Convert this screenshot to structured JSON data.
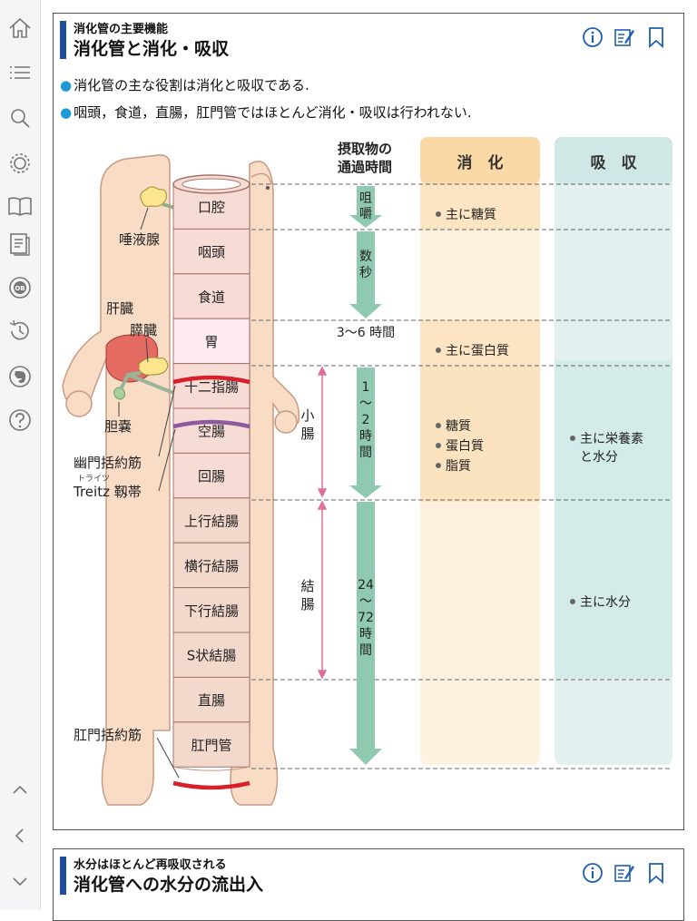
{
  "sidebar": {
    "items": [
      {
        "name": "home-icon"
      },
      {
        "name": "list-icon"
      },
      {
        "name": "search-icon"
      },
      {
        "name": "settings-icon"
      },
      {
        "name": "book-icon"
      },
      {
        "name": "notes-icon"
      },
      {
        "name": "ob-icon"
      },
      {
        "name": "history-icon"
      },
      {
        "name": "evernote-icon"
      },
      {
        "name": "help-icon"
      }
    ],
    "nav": [
      {
        "name": "chevron-up-icon"
      },
      {
        "name": "chevron-left-icon"
      },
      {
        "name": "chevron-down-icon"
      }
    ]
  },
  "section1": {
    "subtitle": "消化管の主要機能",
    "title": "消化管と消化・吸収",
    "bullets": [
      "消化管の主な役割は消化と吸収である.",
      "咽頭，食道，直腸，肛門管ではほとんど消化・吸収は行われない."
    ]
  },
  "diagram": {
    "col_headers": {
      "time": [
        "摂取物の",
        "通過時間"
      ],
      "digestion": "消　化",
      "absorption": "吸　収"
    },
    "tract_segments": [
      "口腔",
      "咽頭",
      "食道",
      "胃",
      "十二指腸",
      "空腸",
      "回腸",
      "上行結腸",
      "横行結腸",
      "下行結腸",
      "S状結腸",
      "直腸",
      "肛門管"
    ],
    "organ_labels": {
      "salivary": "唾液腺",
      "liver": "肝臓",
      "pancreas": "膵臓",
      "gallbladder": "胆嚢",
      "pylorus": "幽門括約筋",
      "treitz_ruby": "トライツ",
      "treitz": "Treitz 靱帯",
      "anal_sphincter": "肛門括約筋"
    },
    "section_labels": {
      "small": [
        "小",
        "腸"
      ],
      "large": [
        "結",
        "腸"
      ]
    },
    "times": {
      "chew": [
        "咀",
        "嚼"
      ],
      "seconds": [
        "数",
        "秒"
      ],
      "stomach": "3〜6 時間",
      "small": [
        "1",
        "〜",
        "2",
        "時",
        "間"
      ],
      "large": [
        "24",
        "〜",
        "72",
        "時",
        "間"
      ]
    },
    "digestion_notes": {
      "oral": "主に糖質",
      "stomach": "主に蛋白質",
      "small": [
        "糖質",
        "蛋白質",
        "脂質"
      ]
    },
    "absorption_notes": {
      "small": [
        "主に栄養素",
        "と水分"
      ],
      "large": "主に水分"
    },
    "colors": {
      "tract_fill": "#f7dbd5",
      "stomach_fill": "#fdebf1",
      "colon_fill": "#f3d8cc",
      "body": "#f9dcc6",
      "arrow": "#8fcab0",
      "digest_header": "#fbd9a7",
      "digest_col": "#fdf2df",
      "absorb_header": "#cfe8e6",
      "absorb_col": "#e2f1f0",
      "sphincter": "#d81f2a",
      "treitz": "#8d5aa0",
      "bracket": "#e0709a"
    }
  },
  "section2": {
    "subtitle": "水分はほとんど再吸収される",
    "title": "消化管への水分の流出入"
  }
}
